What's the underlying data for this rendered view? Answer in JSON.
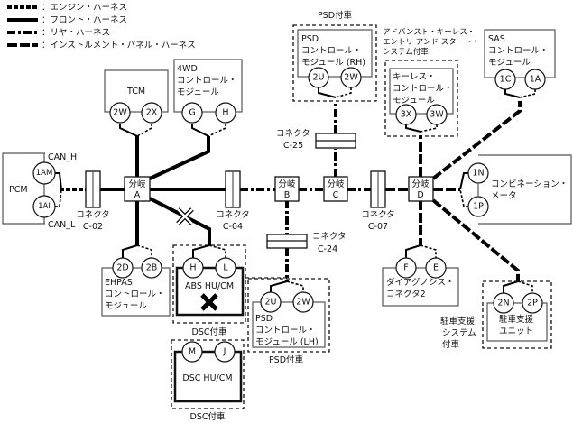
{
  "legend": [
    {
      "style": "engine",
      "label": "：エンジン・ハーネス"
    },
    {
      "style": "front",
      "label": "：フロント・ハーネス"
    },
    {
      "style": "rear",
      "label": "：リヤ・ハーネス"
    },
    {
      "style": "instrument",
      "label": "：インストルメント・パネル・ハーネス"
    }
  ],
  "modules": {
    "tcm": {
      "lines": [
        "TCM"
      ],
      "pins": [
        "2W",
        "2X"
      ]
    },
    "fourwd": {
      "lines": [
        "4WD",
        "コントロール・",
        "モジュール"
      ],
      "pins": [
        "G",
        "H"
      ]
    },
    "psd_rh": {
      "lines": [
        "PSD",
        "コントロール・",
        "モジュール (RH)"
      ],
      "pins": [
        "2U",
        "2W"
      ],
      "option": "PSD付車"
    },
    "keyless": {
      "lines": [
        "キーレス・",
        "コントロール・",
        "モジュール"
      ],
      "pins": [
        "3X",
        "3W"
      ],
      "option": [
        "アドバンスト・キーレス・",
        "エントリ アンド スタート・",
        "システム付車"
      ]
    },
    "sas": {
      "lines": [
        "SAS",
        "コントロール・",
        "モジュール"
      ],
      "pins": [
        "1C",
        "1A"
      ]
    },
    "pcm": {
      "lines": [
        "PCM"
      ],
      "pins": [
        "1AM",
        "1AI"
      ],
      "can_h": "CAN_H",
      "can_l": "CAN_L"
    },
    "meter": {
      "lines": [
        "コンビネーション・",
        "メータ"
      ],
      "pins": [
        "1N",
        "1P"
      ]
    },
    "ehpas": {
      "lines": [
        "EHPAS",
        "コントロール・",
        "モジュール"
      ],
      "pins": [
        "2D",
        "2B"
      ]
    },
    "abs": {
      "lines": [
        "ABS HU/CM"
      ],
      "pins": [
        "H",
        "L"
      ],
      "option": "DSC付車",
      "fault_mark": "x-mark"
    },
    "dsc": {
      "lines": [
        "DSC HU/CM"
      ],
      "pins": [
        "M",
        "J"
      ],
      "option": "DSC付車"
    },
    "psd_lh": {
      "lines": [
        "PSD",
        "コントロール・",
        "モジュール (LH)"
      ],
      "pins": [
        "2U",
        "2W"
      ],
      "option": "PSD付車"
    },
    "diag": {
      "lines": [
        "ダイアグノシス・",
        "コネクタ2"
      ],
      "pins": [
        "F",
        "E"
      ]
    },
    "parking": {
      "lines": [
        "駐車支援",
        "ユニット"
      ],
      "pins": [
        "2N",
        "2P"
      ],
      "option": [
        "駐車支援",
        "システム",
        "付車"
      ]
    }
  },
  "branches": [
    {
      "label": "分岐",
      "id": "A"
    },
    {
      "label": "分岐",
      "id": "B"
    },
    {
      "label": "分岐",
      "id": "C"
    },
    {
      "label": "分岐",
      "id": "D"
    }
  ],
  "connectors": [
    {
      "label": "コネクタ",
      "id": "C-02"
    },
    {
      "label": "コネクタ",
      "id": "C-04"
    },
    {
      "label": "コネクタ",
      "id": "C-07"
    },
    {
      "label": "コネクタ",
      "id": "C-24"
    },
    {
      "label": "コネクタ",
      "id": "C-25"
    }
  ]
}
